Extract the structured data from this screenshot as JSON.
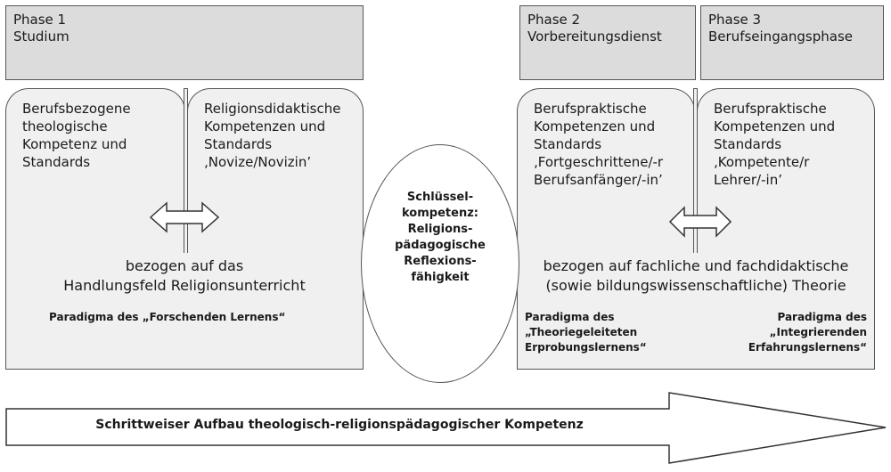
{
  "phases": [
    {
      "title": "Phase 1",
      "name": "Studium"
    },
    {
      "title": "Phase 2",
      "name": "Vorbereitungsdienst"
    },
    {
      "title": "Phase 3",
      "name": "Berufseingangsphase"
    }
  ],
  "left": {
    "card1": [
      "Berufsbezogene",
      "theologische",
      "Kompetenz und",
      "Standards"
    ],
    "card2": [
      "Religionsdidaktische",
      "Kompetenzen und",
      "Standards",
      "‚Novize/Novizin’"
    ],
    "context": [
      "bezogen auf das",
      "Handlungsfeld Religionsunterricht"
    ],
    "paradigm": "Paradigma des „Forschenden Lernens“"
  },
  "center": {
    "lines": [
      "Schlüssel-",
      "kompetenz:",
      "Religions-",
      "pädagogische",
      "Reflexions-",
      "fähigkeit"
    ]
  },
  "right": {
    "card1": [
      "Berufspraktische",
      "Kompetenzen und",
      "Standards",
      "‚Fortgeschrittene/-r",
      "Berufsanfänger/-in’"
    ],
    "card2": [
      "Berufspraktische",
      "Kompetenzen und",
      "Standards",
      "‚Kompetente/r",
      "Lehrer/-in’"
    ],
    "context": [
      "bezogen auf fachliche und fachdidaktische",
      "(sowie bildungswissenschaftliche) Theorie"
    ],
    "paradigm_left": [
      "Paradigma des",
      "„Theoriegeleiteten",
      "Erprobungslernens“"
    ],
    "paradigm_right": [
      "Paradigma des",
      "„Integrierenden",
      "Erfahrungslernens“"
    ]
  },
  "bottom_arrow": {
    "label": "Schrittweiser Aufbau theologisch-religionspädagogischer Kompetenz"
  },
  "icons": {
    "double_arrow": "double-arrow-icon",
    "big_arrow": "right-arrow-icon"
  },
  "colors": {
    "fill": "#f0f0f0",
    "phase_fill": "#dcdcdc",
    "stroke": "#555555"
  }
}
